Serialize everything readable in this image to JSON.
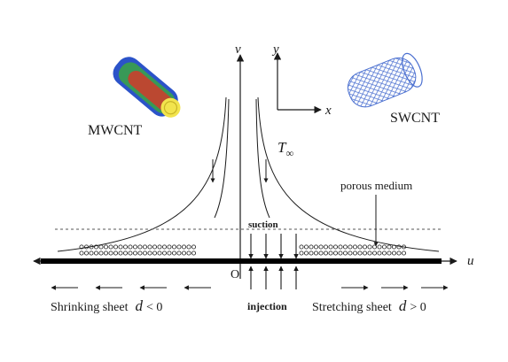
{
  "labels": {
    "mwcnt": "MWCNT",
    "swcnt": "SWCNT",
    "v_axis": "v",
    "y_axis": "y",
    "x_axis": "x",
    "u_axis": "u",
    "origin": "O",
    "t_inf_base": "T",
    "t_inf_sub": "∞",
    "porous_medium": "porous medium",
    "suction": "suction",
    "injection": "injection",
    "shrinking_text": "Shrinking sheet",
    "shrinking_cond_var": "d",
    "shrinking_cond_rel": "< 0",
    "stretching_text": "Stretching sheet",
    "stretching_cond_var": "d",
    "stretching_cond_rel": "> 0"
  },
  "colors": {
    "ink": "#1a1a1a",
    "sheet": "#000000",
    "dashed": "#555555",
    "swcnt_mesh": "#4a6fd0",
    "mwcnt_blue": "#2b53c9",
    "mwcnt_green": "#3aa14a",
    "mwcnt_red": "#d23a2a",
    "mwcnt_yellow": "#f2e44d"
  },
  "icons": {
    "mwcnt_image": "multi-walled-nanotube-icon",
    "swcnt_image": "single-walled-nanotube-icon"
  }
}
